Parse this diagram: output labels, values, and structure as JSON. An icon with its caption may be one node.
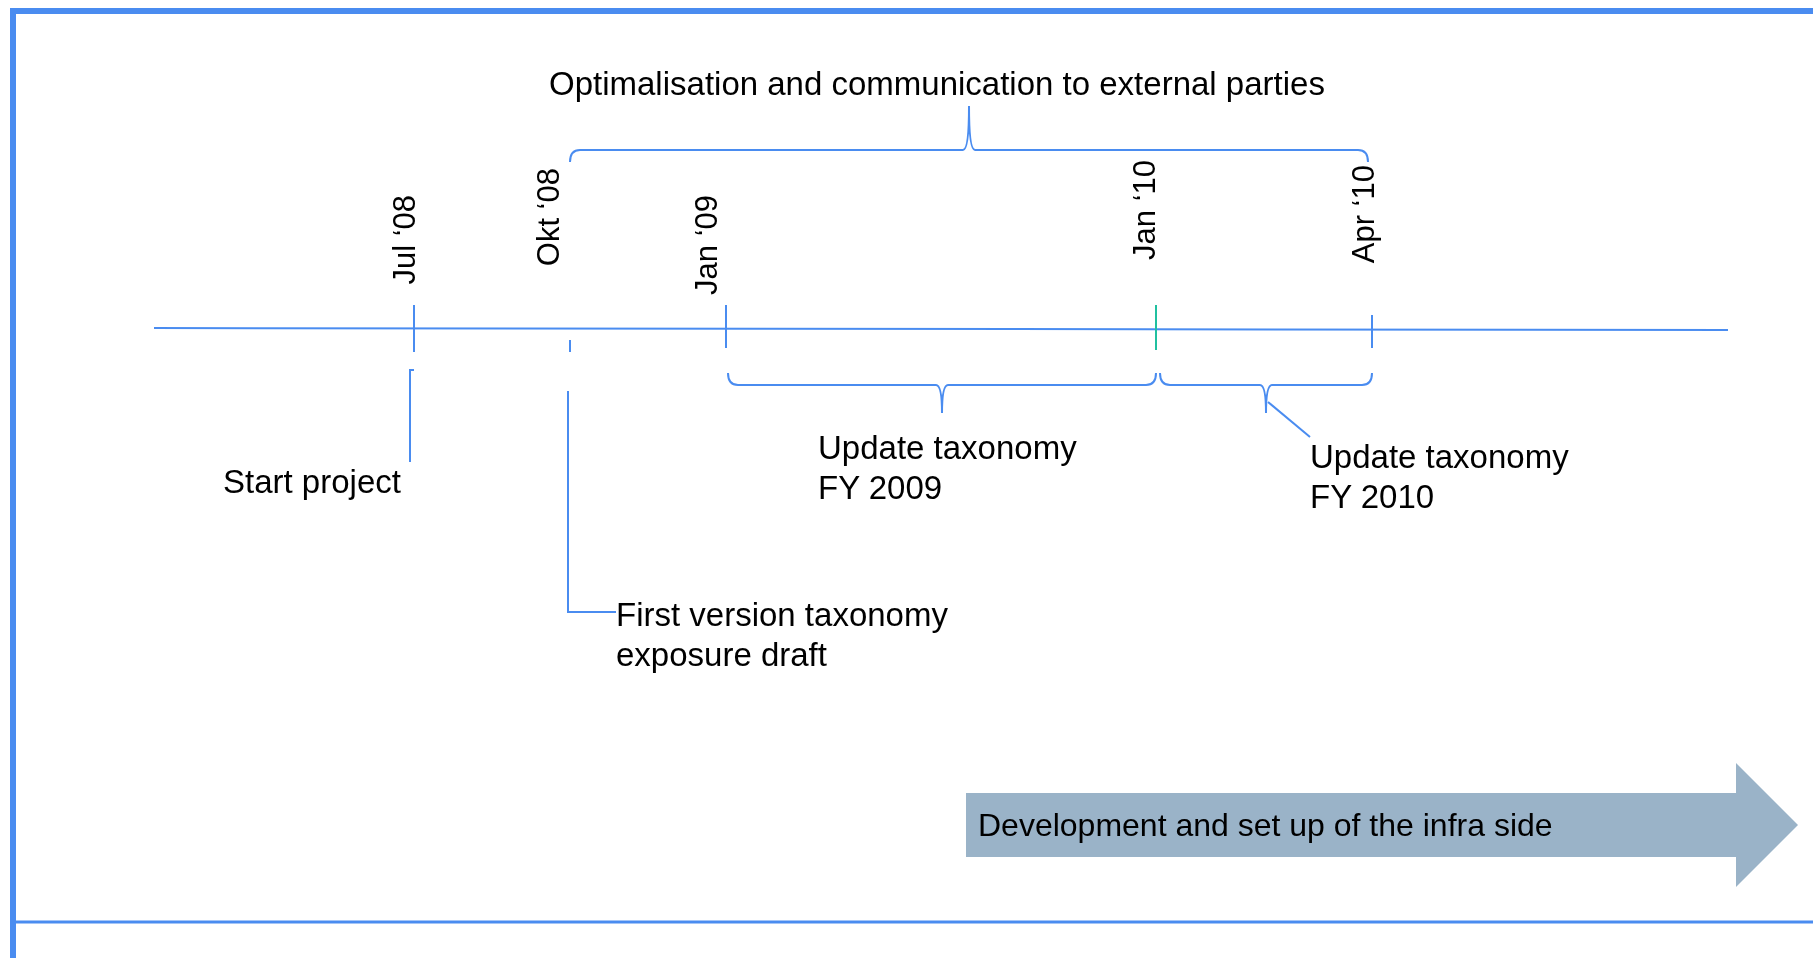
{
  "diagram": {
    "nodes": [
      {
        "text": [
          "Start project"
        ]
      },
      {
        "text": [
          "First version taxonomy exposure draft"
        ]
      },
      {
        "text": [
          "Update taxonomy FY 2010"
        ]
      },
      {
        "text": [
          "Development and set up of the infra side"
        ]
      }
    ],
    "edges": [
      {
        "from": 0,
        "to": null,
        "arrow": "none"
      },
      {
        "from": 1,
        "to": null,
        "arrow": "none"
      },
      {
        "from": 2,
        "to": null,
        "arrow": "none"
      }
    ],
    "labels": [
      "Optimalisation and communication to external parties",
      "Jul ‘08",
      "Okt ‘08",
      "Jan ‘09",
      "Jan ‘10",
      "Apr ‘10",
      "Update taxonomy FY 2009"
    ]
  }
}
